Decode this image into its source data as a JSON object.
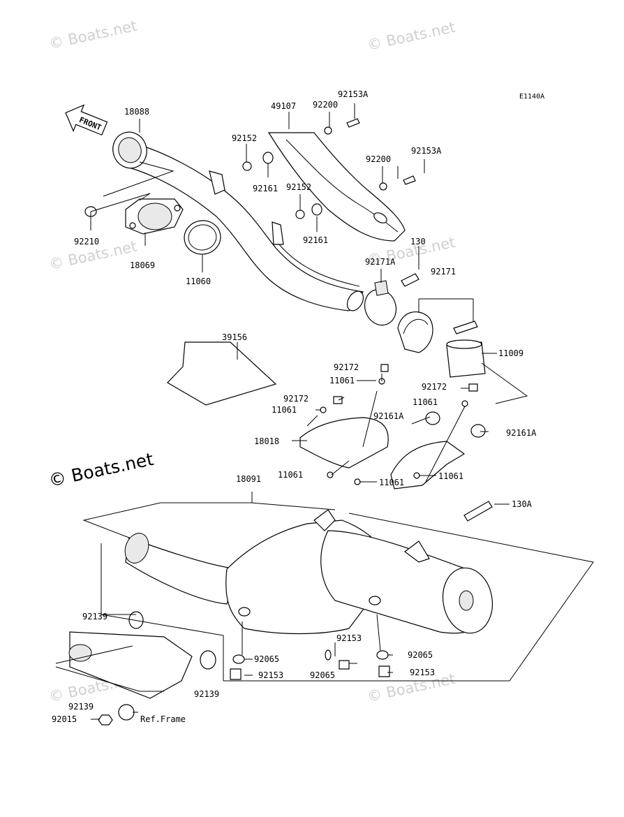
{
  "diagram_code": "E1140A",
  "watermark": "© Boats.net",
  "front_arrow_label": "FRONT",
  "ref_label": "Ref.Frame",
  "labels": {
    "l18088": "18088",
    "l49107": "49107",
    "l92200a": "92200",
    "l92153Aa": "92153A",
    "l92152a": "92152",
    "l92161a": "92161",
    "l92200b": "92200",
    "l92153Ab": "92153A",
    "l92152b": "92152",
    "l92161b": "92161",
    "l92210": "92210",
    "l18069": "18069",
    "l11060": "11060",
    "l130": "130",
    "l92171A": "92171A",
    "l92171": "92171",
    "l39156": "39156",
    "l11009": "11009",
    "l92172a": "92172",
    "l11061a": "11061",
    "l92172b": "92172",
    "l92172c": "92172",
    "l11061b": "11061",
    "l11061c": "11061",
    "l92161Aa": "92161A",
    "l92161Ab": "92161A",
    "l18018": "18018",
    "l11061d": "11061",
    "l11061e": "11061",
    "l11061f": "11061",
    "l18091": "18091",
    "l130A": "130A",
    "l92139a": "92139",
    "l92153a": "92153",
    "l92065a": "92065",
    "l92153b": "92153",
    "l92065b": "92065",
    "l92065c": "92065",
    "l92153c": "92153",
    "l92139b": "92139",
    "l92139c": "92139",
    "l92015": "92015"
  }
}
